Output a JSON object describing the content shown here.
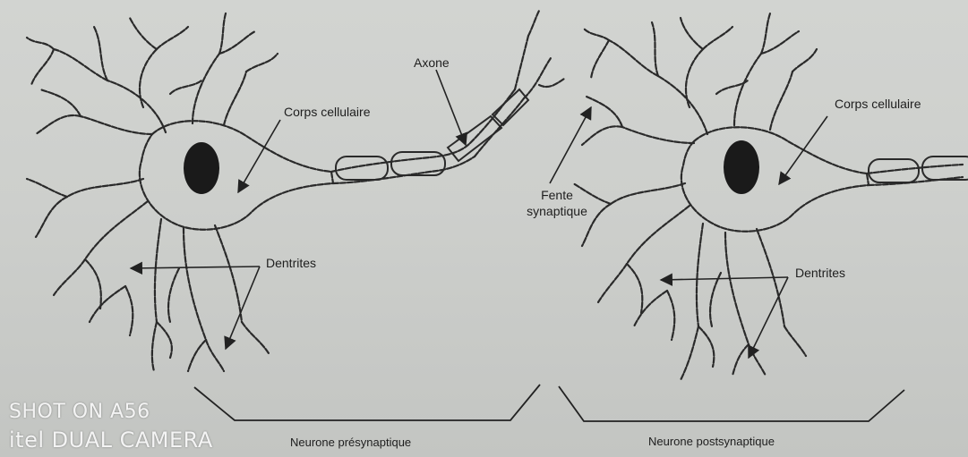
{
  "labels": {
    "axone": "Axone",
    "corps_left": "Corps cellulaire",
    "corps_right": "Corps cellulaire",
    "dentrites_left": "Dentrites",
    "dentrites_right": "Dentrites",
    "fente_line1": "Fente",
    "fente_line2": "synaptique",
    "neurone_pre": "Neurone présynaptique",
    "neurone_post": "Neurone postsynaptique"
  },
  "watermark": {
    "line1": "SHOT ON A56",
    "line2": "itel DUAL CAMERA"
  },
  "colors": {
    "paper": "#cdcfcc",
    "ink": "#222222",
    "nucleus": "#1a1a1a",
    "watermark": "#f4f4f4"
  }
}
